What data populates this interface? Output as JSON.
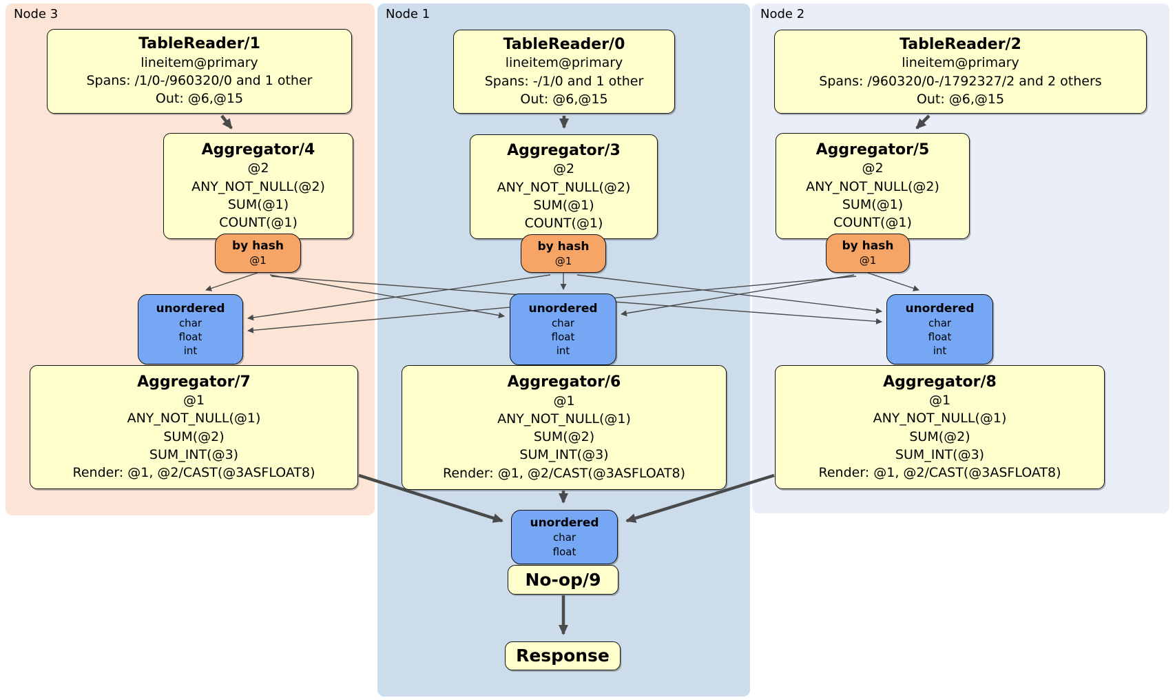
{
  "panels": [
    {
      "id": "node3",
      "label": "Node 3",
      "bg": "#fce4d6"
    },
    {
      "id": "node1",
      "label": "Node 1",
      "bg": "#ccdcea"
    },
    {
      "id": "node2",
      "label": "Node 2",
      "bg": "#e9eef8"
    }
  ],
  "boxes": {
    "tr1": {
      "title": "TableReader/1",
      "lines": [
        "lineitem@primary",
        "Spans: /1/0-/960320/0 and 1 other",
        "Out: @6,@15"
      ]
    },
    "tr0": {
      "title": "TableReader/0",
      "lines": [
        "lineitem@primary",
        "Spans: -/1/0 and 1 other",
        "Out: @6,@15"
      ]
    },
    "tr2": {
      "title": "TableReader/2",
      "lines": [
        "lineitem@primary",
        "Spans: /960320/0-/1792327/2 and 2 others",
        "Out: @6,@15"
      ]
    },
    "agg4": {
      "title": "Aggregator/4",
      "lines": [
        "@2",
        "ANY_NOT_NULL(@2)",
        "SUM(@1)",
        "COUNT(@1)"
      ]
    },
    "agg3": {
      "title": "Aggregator/3",
      "lines": [
        "@2",
        "ANY_NOT_NULL(@2)",
        "SUM(@1)",
        "COUNT(@1)"
      ]
    },
    "agg5": {
      "title": "Aggregator/5",
      "lines": [
        "@2",
        "ANY_NOT_NULL(@2)",
        "SUM(@1)",
        "COUNT(@1)"
      ]
    },
    "hash_left": {
      "title": "by hash",
      "lines": [
        "@1"
      ]
    },
    "hash_mid": {
      "title": "by hash",
      "lines": [
        "@1"
      ]
    },
    "hash_right": {
      "title": "by hash",
      "lines": [
        "@1"
      ]
    },
    "un_left": {
      "title": "unordered",
      "lines": [
        "char",
        "float",
        "int"
      ]
    },
    "un_mid": {
      "title": "unordered",
      "lines": [
        "char",
        "float",
        "int"
      ]
    },
    "un_right": {
      "title": "unordered",
      "lines": [
        "char",
        "float",
        "int"
      ]
    },
    "agg7": {
      "title": "Aggregator/7",
      "lines": [
        "@1",
        "ANY_NOT_NULL(@1)",
        "SUM(@2)",
        "SUM_INT(@3)",
        "Render: @1, @2/CAST(@3ASFLOAT8)"
      ]
    },
    "agg6": {
      "title": "Aggregator/6",
      "lines": [
        "@1",
        "ANY_NOT_NULL(@1)",
        "SUM(@2)",
        "SUM_INT(@3)",
        "Render: @1, @2/CAST(@3ASFLOAT8)"
      ]
    },
    "agg8": {
      "title": "Aggregator/8",
      "lines": [
        "@1",
        "ANY_NOT_NULL(@1)",
        "SUM(@2)",
        "SUM_INT(@3)",
        "Render: @1, @2/CAST(@3ASFLOAT8)"
      ]
    },
    "un_bottom": {
      "title": "unordered",
      "lines": [
        "char",
        "float"
      ]
    },
    "noop": {
      "title": "No-op/9"
    },
    "response": {
      "title": "Response"
    }
  },
  "edges": [
    {
      "from": "tr1",
      "to": "agg4",
      "style": "thick"
    },
    {
      "from": "tr0",
      "to": "agg3",
      "style": "thick"
    },
    {
      "from": "tr2",
      "to": "agg5",
      "style": "thick"
    },
    {
      "from": "hash_left",
      "to": "un_left",
      "style": "thin"
    },
    {
      "from": "hash_left",
      "to": "un_mid",
      "style": "thin"
    },
    {
      "from": "hash_left",
      "to": "un_right",
      "style": "thin"
    },
    {
      "from": "hash_mid",
      "to": "un_left",
      "style": "thin"
    },
    {
      "from": "hash_mid",
      "to": "un_mid",
      "style": "thin"
    },
    {
      "from": "hash_mid",
      "to": "un_right",
      "style": "thin"
    },
    {
      "from": "hash_right",
      "to": "un_left",
      "style": "thin"
    },
    {
      "from": "hash_right",
      "to": "un_mid",
      "style": "thin"
    },
    {
      "from": "hash_right",
      "to": "un_right",
      "style": "thin"
    },
    {
      "from": "agg7",
      "to": "un_bottom",
      "style": "thick"
    },
    {
      "from": "agg6",
      "to": "un_bottom",
      "style": "thick"
    },
    {
      "from": "agg8",
      "to": "un_bottom",
      "style": "thick"
    },
    {
      "from": "noop",
      "to": "response",
      "style": "thick"
    }
  ],
  "colors": {
    "node3_bg": "#fce4d6",
    "node1_bg": "#ccdcea",
    "node2_bg": "#e9eef8",
    "box_yellow": "#ffffce",
    "box_orange": "#f6a567",
    "box_blue": "#76a7f5",
    "box_border": "#111111",
    "edge": "#4a4a4a"
  }
}
